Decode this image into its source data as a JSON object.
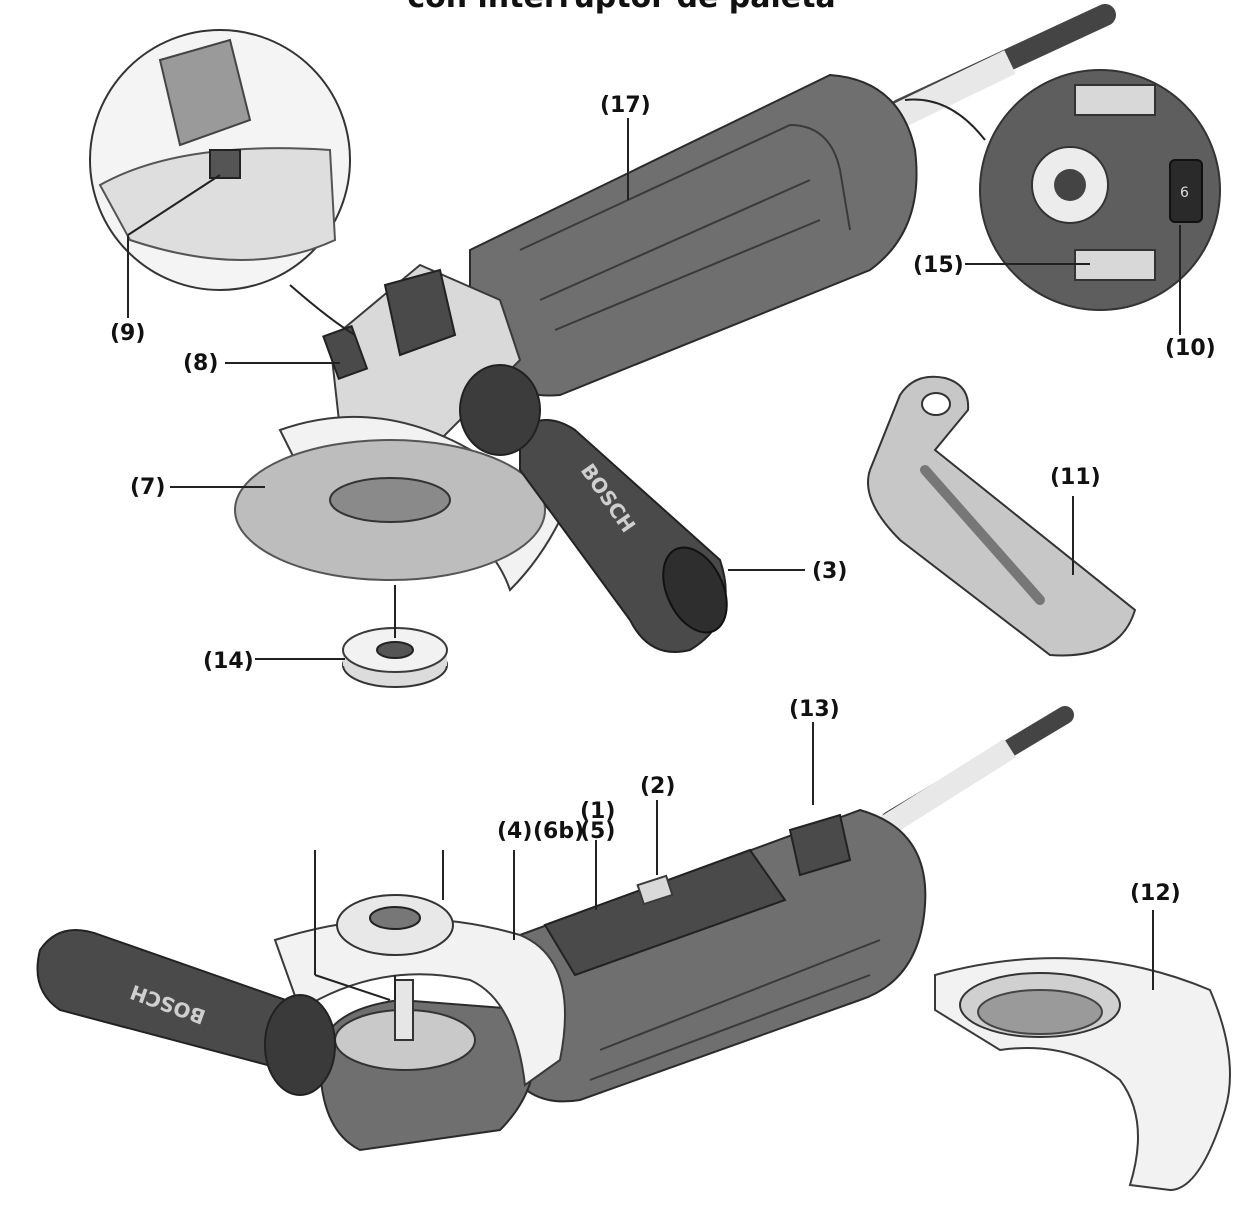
{
  "title": "con interruptor de paleta",
  "callouts": {
    "c1": "(1)",
    "c2": "(2)",
    "c3": "(3)",
    "c4": "(4)",
    "c5": "(5)",
    "c6b": "(6b)",
    "c7": "(7)",
    "c8": "(8)",
    "c9": "(9)",
    "c10": "(10)",
    "c11": "(11)",
    "c12": "(12)",
    "c13": "(13)",
    "c14": "(14)",
    "c15": "(15)",
    "c17": "(17)"
  },
  "brand_marking": "BOSCH",
  "dial_marking": "6"
}
